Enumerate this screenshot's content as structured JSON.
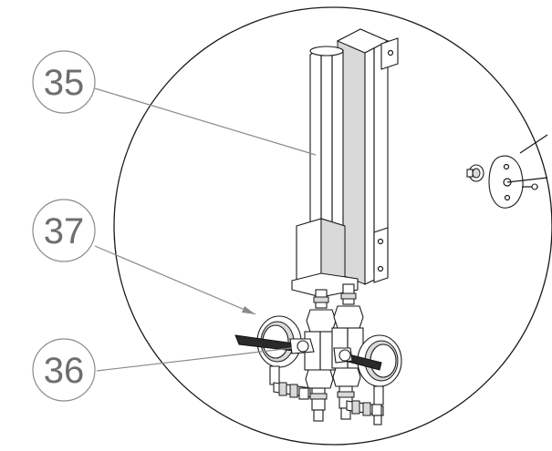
{
  "callouts": [
    {
      "id": "callout-35",
      "label": "35"
    },
    {
      "id": "callout-37",
      "label": "37"
    },
    {
      "id": "callout-36",
      "label": "36"
    }
  ]
}
